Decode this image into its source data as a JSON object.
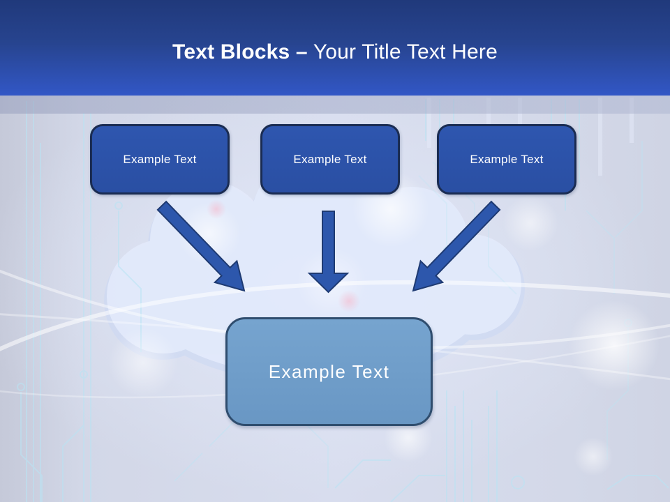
{
  "title": {
    "bold": "Text Blocks –",
    "regular": "Your Title Text Here"
  },
  "blocks": {
    "top": [
      {
        "label": "Example Text"
      },
      {
        "label": "Example Text"
      },
      {
        "label": "Example Text"
      }
    ],
    "bottom": {
      "label": "Example Text"
    }
  },
  "icons": {
    "arrows": [
      "diagonal-down-right-arrow",
      "down-arrow",
      "diagonal-down-left-arrow"
    ]
  },
  "colors": {
    "header_gradient_top": "#20397b",
    "header_gradient_bottom": "#3257c6",
    "title_text": "#ffffff",
    "top_block_fill": "#2b52a9",
    "top_block_border": "#1a2c52",
    "arrow_fill": "#2d57ac",
    "arrow_border": "#1e3a72",
    "bottom_block_fill": "#6f9ecb",
    "bottom_block_border": "#2f4d6e",
    "divider_band": "#a2aac6",
    "background_base": "#d4d9e9",
    "circuit_line": "#b9e4f4",
    "cloud_fill": "#e4ebfc"
  }
}
